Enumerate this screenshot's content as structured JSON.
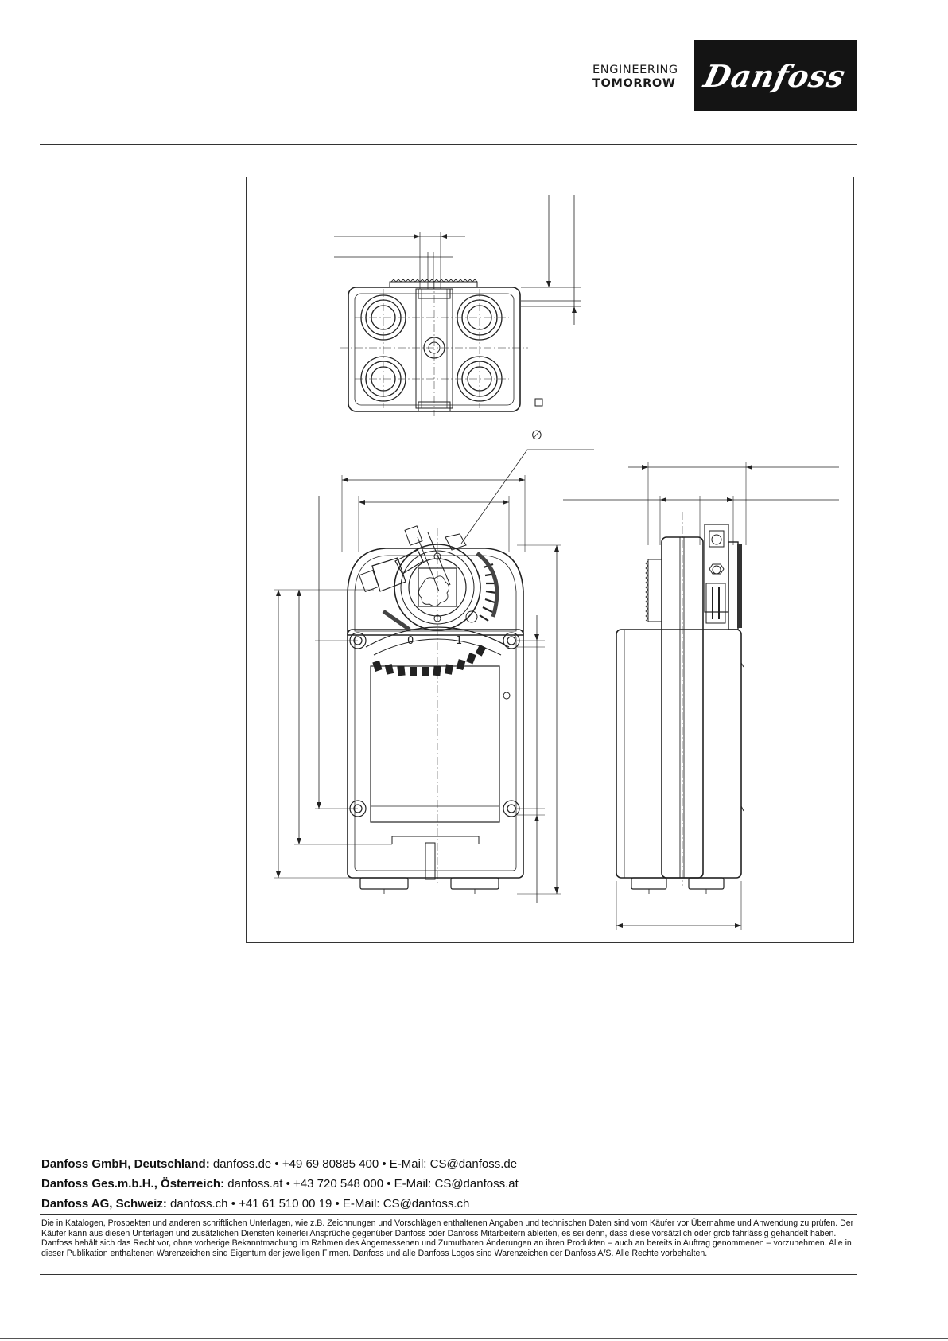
{
  "header": {
    "tagline_line1": "ENGINEERING",
    "tagline_line2": "TOMORROW",
    "brand_logo": "Danfoss"
  },
  "drawing": {
    "square_symbol": "□",
    "diameter_symbol": "∅",
    "scale_labels": [
      "0",
      "1"
    ]
  },
  "contacts": [
    {
      "org": "Danfoss GmbH, Deutschland:",
      "details": " danfoss.de • +49 69 80885 400 • E-Mail: CS@danfoss.de"
    },
    {
      "org": "Danfoss Ges.m.b.H., Österreich:",
      "details": " danfoss.at • +43 720 548 000 • E-Mail: CS@danfoss.at"
    },
    {
      "org": "Danfoss AG, Schweiz:",
      "details": " danfoss.ch • +41 61 510 00 19 • E-Mail: CS@danfoss.ch"
    }
  ],
  "disclaimer": "Die in Katalogen, Prospekten und anderen schriftlichen Unterlagen, wie z.B. Zeichnungen und Vorschlägen enthaltenen Angaben und technischen Daten sind vom Käufer vor Übernahme und Anwendung zu prüfen. Der Käufer kann aus diesen Unterlagen und zusätzlichen Diensten keinerlei Ansprüche gegenüber Danfoss oder Danfoss Mitarbeitern ableiten, es sei denn, dass diese vorsätzlich oder grob fahrlässig gehandelt haben. Danfoss behält sich das Recht vor, ohne vorherige Bekanntmachung im Rahmen des Angemessenen und Zumutbaren Änderungen an ihren Produkten – auch an bereits in Auftrag genommenen – vorzunehmen. Alle in dieser Publikation enthaltenen Warenzeichen sind Eigentum der jeweiligen Firmen. Danfoss und alle Danfoss Logos sind Warenzeichen der Danfoss A/S. Alle Rechte vorbehalten."
}
